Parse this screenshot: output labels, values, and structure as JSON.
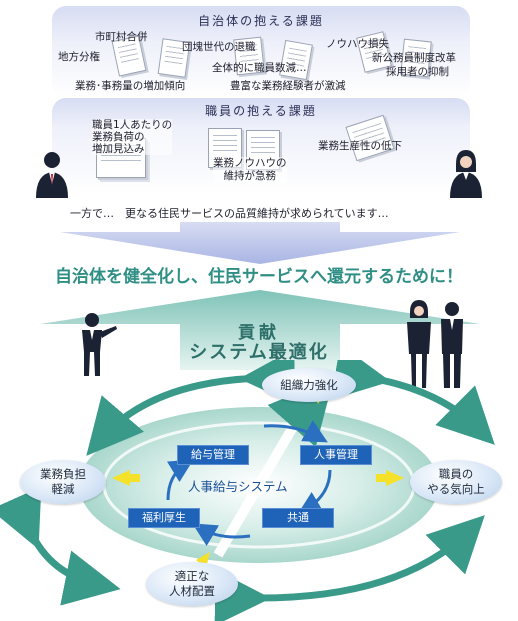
{
  "municipal_issues": {
    "title": "自治体の抱える課題",
    "items": [
      "市町村合併",
      "地方分権",
      "団塊世代の退職",
      "ノウハウ損失",
      "新公務員制度改革",
      "全体的に職員数減…",
      "採用者の抑制",
      "業務･事務量の増加傾向",
      "豊富な業務経験者が激減"
    ]
  },
  "staff_issues": {
    "title": "職員の抱える課題",
    "items": [
      "職員1人あたりの\n業務負荷の\n増加見込み",
      "業務ノウハウの\n維持が急務",
      "業務生産性の低下"
    ]
  },
  "bottom_note": "一方で…　更なる住民サービスの品質維持が求められています…",
  "headline": "自治体を健全化し、住民サービスへ還元するために！",
  "contribution": "貢献",
  "system_optimization": "システム最適化",
  "outer_nodes": {
    "top": "組織力強化",
    "left": "業務負担\n軽減",
    "right": "職員の\nやる気向上",
    "bottom": "適正な\n人材配置"
  },
  "inner_boxes": {
    "payroll": "給与管理",
    "hr": "人事管理",
    "welfare": "福利厚生",
    "common": "共通"
  },
  "center_label": "人事給与システム",
  "colors": {
    "teal": "#3a9a8a",
    "box_blue": "#1f63b8",
    "yellow": "#f5e02a",
    "panel": "#d6dcf2"
  }
}
